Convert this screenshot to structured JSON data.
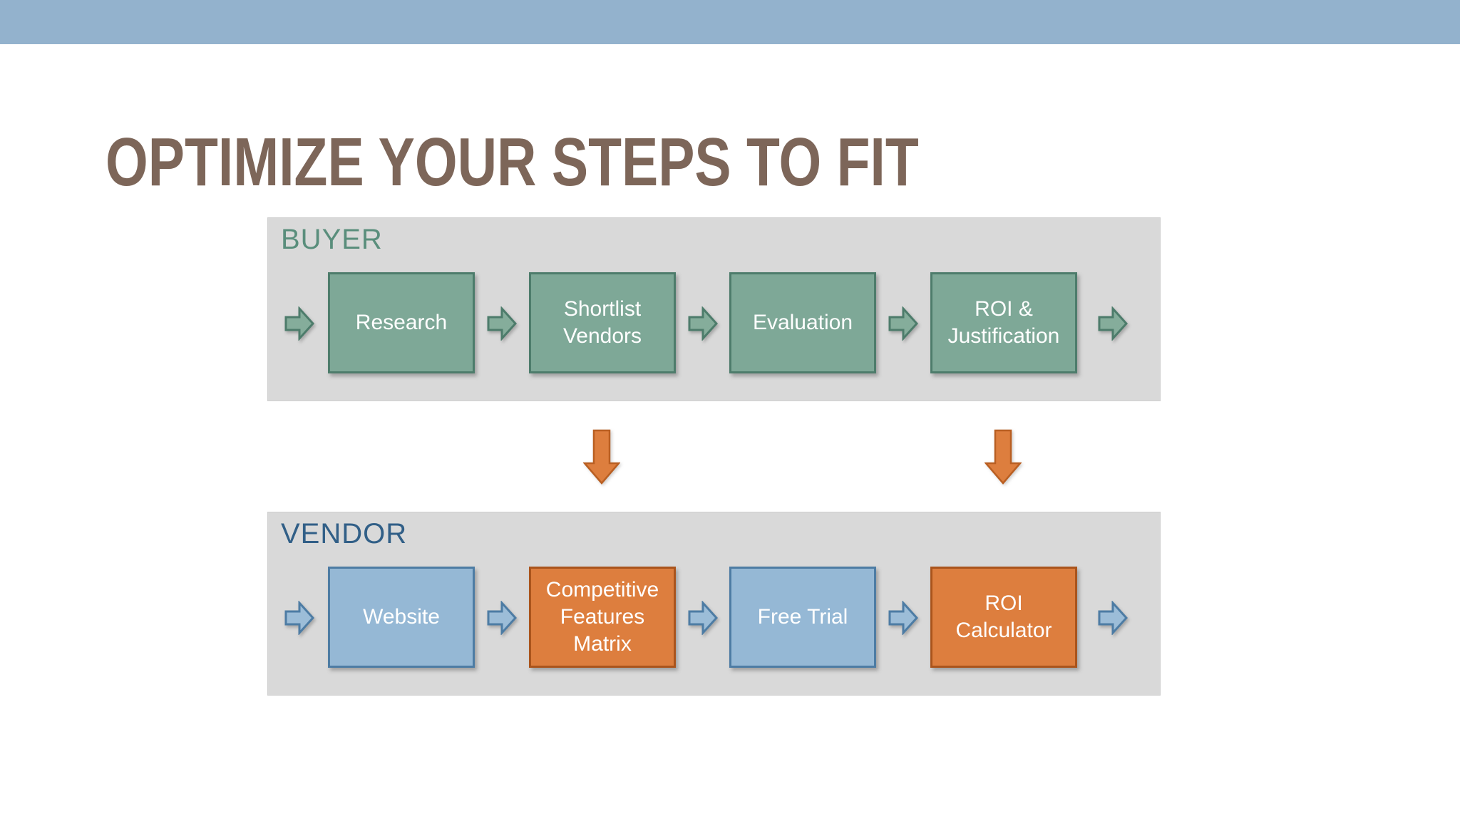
{
  "slide": {
    "title": "OPTIMIZE YOUR STEPS TO FIT"
  },
  "colors": {
    "top_bar": "#93b2cd",
    "title_text": "#7d6659",
    "lane_background": "#d9d9d9",
    "buyer_label": "#5a8e7c",
    "vendor_label": "#315f87",
    "buyer_step_fill": "#7ea897",
    "buyer_step_border": "#4d7c6b",
    "vendor_generic_step_fill": "#95b8d5",
    "vendor_generic_step_border": "#4d7ca4",
    "vendor_tool_step_fill": "#dd7e3e",
    "vendor_tool_step_border": "#aa541c",
    "step_text": "#ffffff"
  },
  "lanes": [
    {
      "label": "BUYER",
      "steps": [
        {
          "label": "Research"
        },
        {
          "label": "Shortlist\nVendors"
        },
        {
          "label": "Evaluation"
        },
        {
          "label": "ROI &\nJustification"
        }
      ]
    },
    {
      "label": "VENDOR",
      "steps": [
        {
          "label": "Website"
        },
        {
          "label": "Competitive\nFeatures\nMatrix"
        },
        {
          "label": "Free Trial"
        },
        {
          "label": "ROI\nCalculator"
        }
      ]
    }
  ],
  "connectors": [
    {
      "from": "Shortlist Vendors",
      "to": "Competitive Features Matrix"
    },
    {
      "from": "ROI & Justification",
      "to": "ROI Calculator"
    }
  ]
}
